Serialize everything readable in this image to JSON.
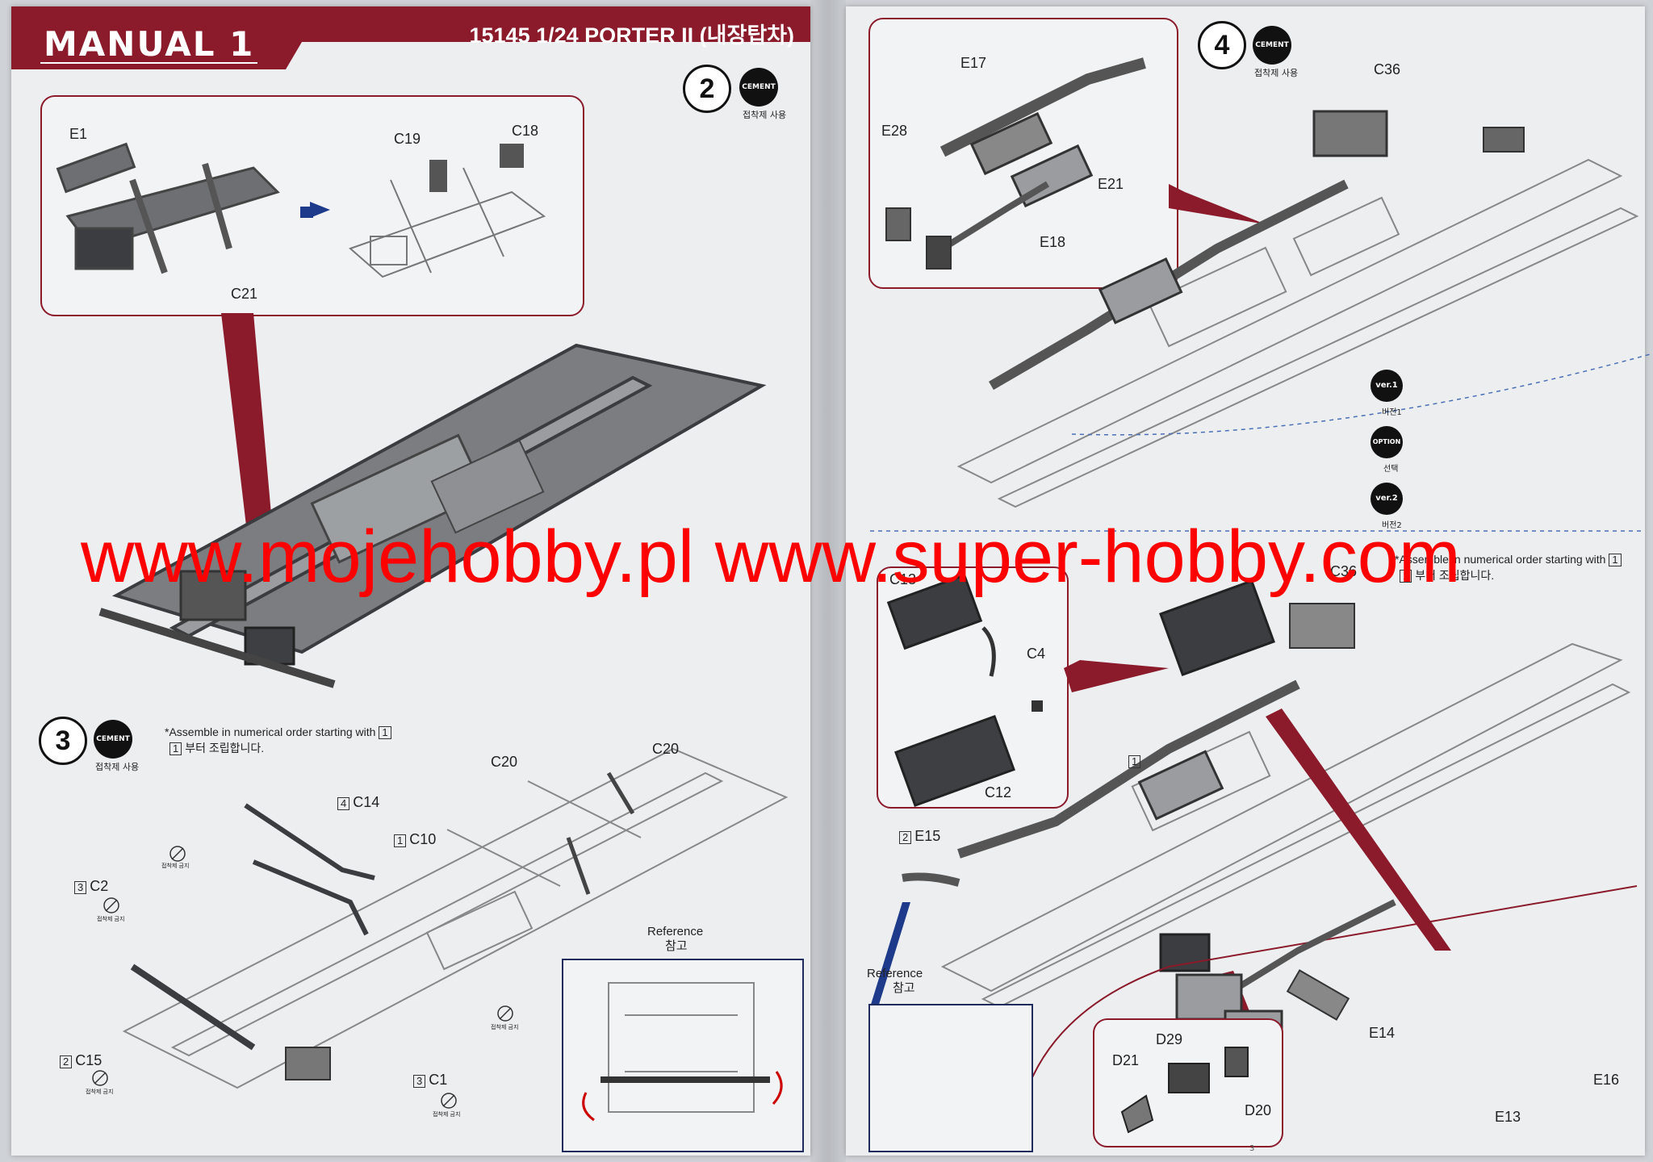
{
  "header": {
    "title": "MANUAL 1",
    "subtitle": "15145 1/24 PORTER II (내장탑차)"
  },
  "cement": {
    "label": "CEMENT",
    "caption": "접착제 사용"
  },
  "steps": {
    "s2": {
      "number": "2",
      "parts": {
        "e1": "E1",
        "c19": "C19",
        "c18": "C18",
        "c21": "C21"
      }
    },
    "s3": {
      "number": "3",
      "note_en": "*Assemble in numerical order starting with",
      "note_ko": "부터 조립합니다.",
      "order_ref": "1",
      "parts": {
        "c14": "C14",
        "c14_n": "4",
        "c10": "C10",
        "c10_n": "1",
        "c2": "C2",
        "c2_n": "3",
        "c15": "C15",
        "c15_n": "2",
        "c1": "C1",
        "c1_n": "3",
        "c20a": "C20",
        "c20b": "C20"
      },
      "reference_en": "Reference",
      "reference_ko": "참고"
    },
    "s4": {
      "number": "4",
      "parts": {
        "e17": "E17",
        "e28": "E28",
        "e18": "E18",
        "e21": "E21",
        "c36": "C36"
      }
    },
    "s5": {
      "parts": {
        "c13": "C13",
        "c4": "C4",
        "c12": "C12",
        "c36b": "C36",
        "one": "1",
        "e15": "E15",
        "e15_n": "2",
        "d21": "D21",
        "d29": "D29",
        "d20": "D20",
        "e14": "E14",
        "e13": "E13",
        "e16": "E16"
      },
      "note_en": "*Assemble in numerical order starting with",
      "note_ko": "부터 조립합니다.",
      "order_ref": "1",
      "reference_en": "Reference",
      "reference_ko": "참고"
    }
  },
  "versions": {
    "v1": {
      "label": "ver.1",
      "caption": "버전1"
    },
    "opt": {
      "label": "OPTION",
      "caption": "선택"
    },
    "v2": {
      "label": "ver.2",
      "caption": "버전2"
    }
  },
  "no_cement_caption": "접착제 금지",
  "watermark": "www.mojehobby.pl www.super-hobby.com",
  "page_number_right": "3",
  "colors": {
    "accent": "#8b1a2b",
    "arrow": "#1e3a8a",
    "watermark": "#ff0000"
  }
}
